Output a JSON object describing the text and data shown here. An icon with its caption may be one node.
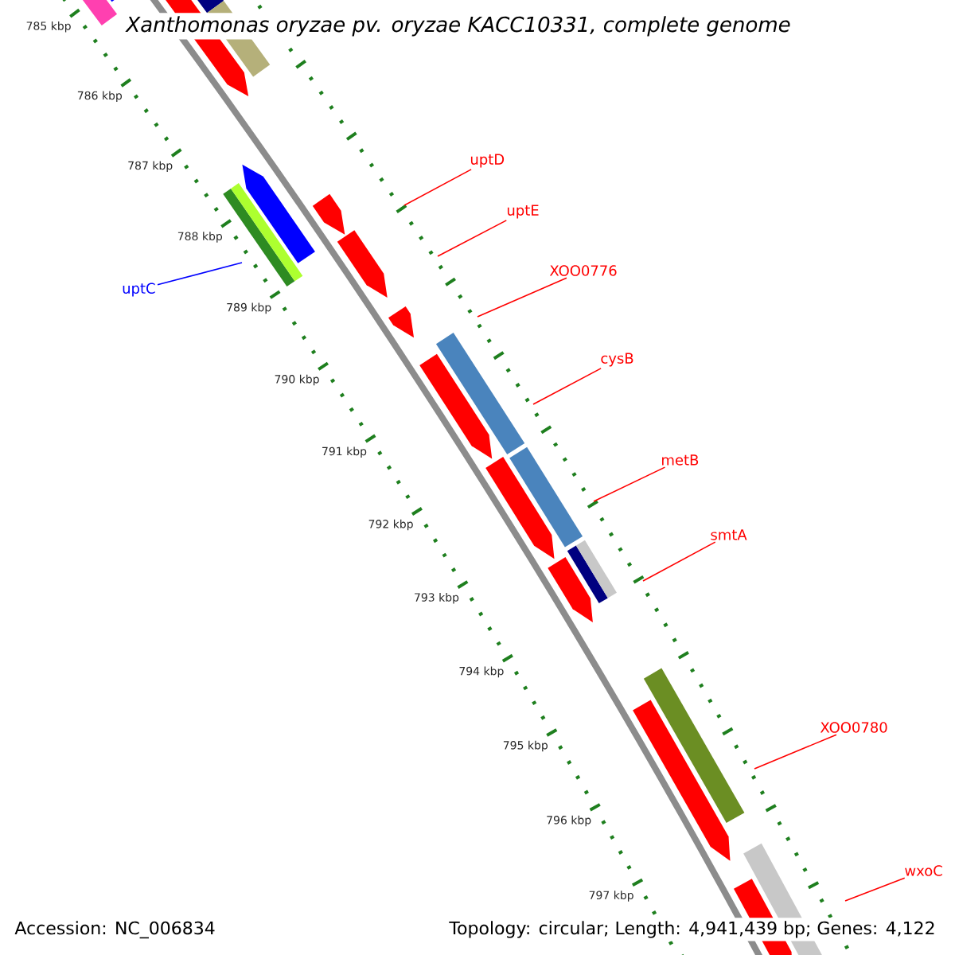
{
  "diagram": {
    "title": "Xanthomonas oryzae pv. oryzae KACC10331, complete genome",
    "nodes": [
      {
        "text": [
          "uptD"
        ]
      },
      {
        "text": [
          "uptE"
        ]
      },
      {
        "text": [
          "XOO0776"
        ]
      },
      {
        "text": [
          "uptC"
        ]
      },
      {
        "text": [
          "cysB"
        ]
      },
      {
        "text": [
          "metB"
        ]
      },
      {
        "text": [
          "smtA"
        ]
      },
      {
        "text": [
          "XOO0780"
        ]
      },
      {
        "text": [
          "wxoC"
        ]
      }
    ],
    "edges": [
      {
        "from": 0,
        "to": null,
        "arrow": "none"
      },
      {
        "from": 1,
        "to": null,
        "arrow": "none"
      },
      {
        "from": 2,
        "to": null,
        "arrow": "none"
      },
      {
        "from": 3,
        "to": null,
        "arrow": "none",
        "color": "#0000ff"
      },
      {
        "from": 4,
        "to": null,
        "arrow": "none"
      },
      {
        "from": 5,
        "to": null,
        "arrow": "none"
      },
      {
        "from": 6,
        "to": null,
        "arrow": "none"
      },
      {
        "from": 7,
        "to": null,
        "arrow": "none"
      },
      {
        "from": 8,
        "to": null,
        "arrow": "none"
      }
    ],
    "labels": [
      "785 kbp",
      "786 kbp",
      "787 kbp",
      "788 kbp",
      "789 kbp",
      "790 kbp",
      "791 kbp",
      "792 kbp",
      "793 kbp",
      "794 kbp",
      "795 kbp",
      "796 kbp",
      "797 kbp",
      "Accession: NC_006834",
      "Topology: circular; Length: 4,941,439 bp; Genes: 4,122"
    ]
  }
}
